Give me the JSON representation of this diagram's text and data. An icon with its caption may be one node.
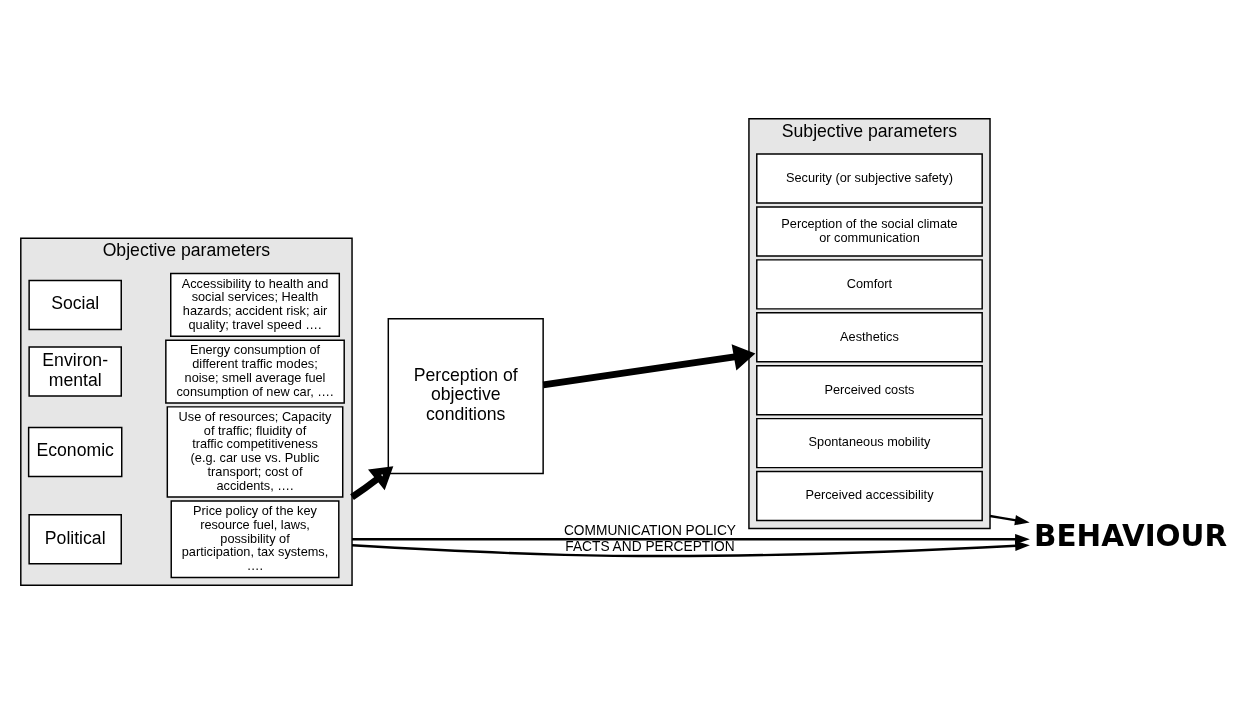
{
  "diagram": {
    "nodes": [
      {
        "text": [
          "Objective parameters"
        ]
      },
      {
        "text": [
          "Social"
        ],
        "in": 0
      },
      {
        "text": [
          "Accessibility to health and social services; Health hazards; accident risk; air quality; travel speed …."
        ],
        "in": 0
      },
      {
        "text": [
          "Environ- mental"
        ],
        "in": 0
      },
      {
        "text": [
          "Energy consumption of different traffic modes; noise; smell average fuel consumption of new car, …."
        ],
        "in": 0
      },
      {
        "text": [
          "Economic"
        ],
        "in": 0
      },
      {
        "text": [
          "Use of resources; Capacity of traffic; fluidity of traffic competitiveness (e.g. car use vs. Public transport; cost of accidents, …."
        ],
        "in": 0
      },
      {
        "text": [
          "Political"
        ],
        "in": 0
      },
      {
        "text": [
          "Price policy of the key resource fuel, laws, possibility of participation, tax systems, …."
        ],
        "in": 0
      },
      {
        "text": [
          "Perception of objective conditions"
        ]
      },
      {
        "text": [
          "Subjective parameters"
        ]
      },
      {
        "text": [
          "Security (or subjective safety)"
        ],
        "in": 10
      },
      {
        "text": [
          "Perception of the social climate or communication"
        ],
        "in": 10
      },
      {
        "text": [
          "Comfort"
        ],
        "in": 10
      },
      {
        "text": [
          "Aesthetics"
        ],
        "in": 10
      },
      {
        "text": [
          "Perceived costs"
        ],
        "in": 10
      },
      {
        "text": [
          "Spontaneous mobility"
        ],
        "in": 10
      },
      {
        "text": [
          "Perceived accessibility"
        ],
        "in": 10
      },
      {
        "text": [
          "BEHAVIOUR"
        ]
      }
    ],
    "edges": [
      {
        "from": 0,
        "to": 9,
        "arrow": "to",
        "style": "thick"
      },
      {
        "from": 9,
        "to": 10,
        "arrow": "to",
        "style": "thick"
      },
      {
        "from": 0,
        "to": 18,
        "arrow": "to",
        "label": "COMMUNICATION POLICY"
      },
      {
        "from": 0,
        "to": 18,
        "arrow": "to",
        "label": "FACTS AND PERCEPTION"
      },
      {
        "from": 10,
        "to": 18,
        "arrow": "to"
      }
    ]
  }
}
